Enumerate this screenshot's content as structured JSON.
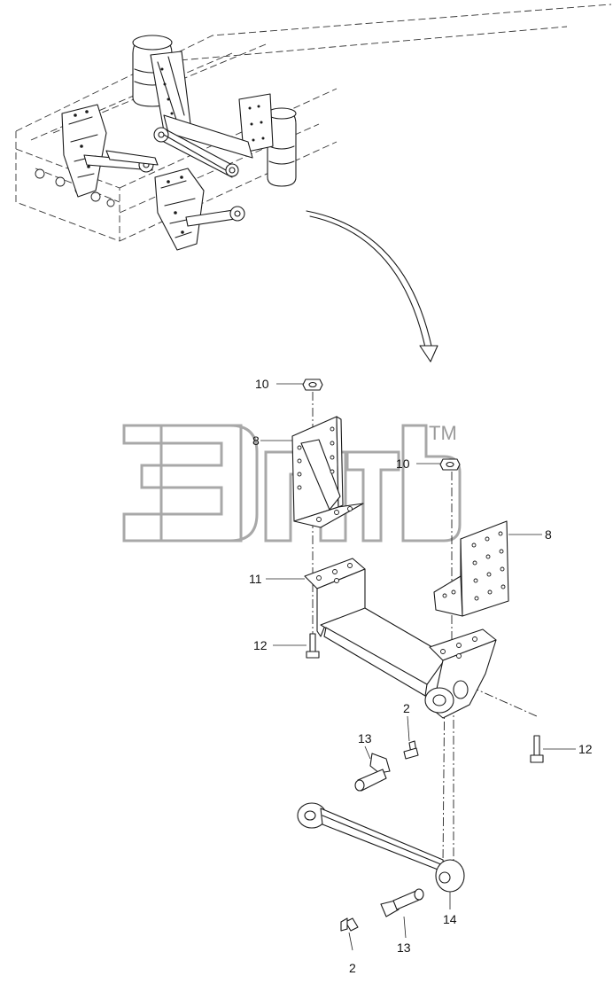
{
  "callouts": {
    "c10_top": "10",
    "c8_left": "8",
    "c10_right": "10",
    "c8_right": "8",
    "c11": "11",
    "c12_left": "12",
    "c12_right": "12",
    "c2_top": "2",
    "c13_top": "13",
    "c14": "14",
    "c13_bottom": "13",
    "c2_bottom": "2"
  },
  "watermark": {
    "mark": "TM"
  }
}
